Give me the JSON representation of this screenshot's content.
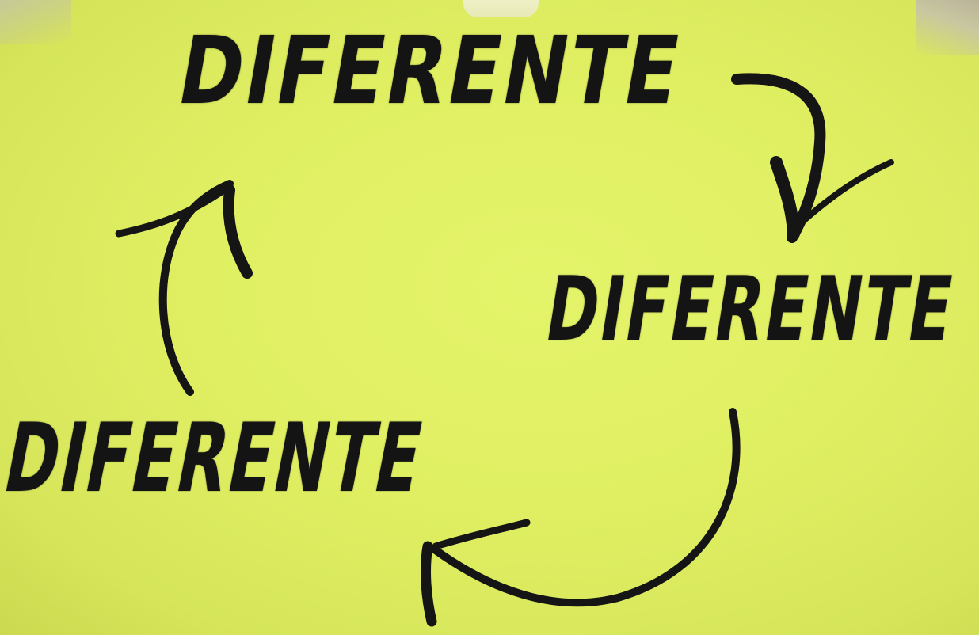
{
  "note": {
    "paper_color": "#e2f064",
    "ink_color": "#141414",
    "words": [
      "DIFERENTE",
      "DIFERENTE",
      "DIFERENTE"
    ],
    "arrows": [
      "arrow-icon",
      "arrow-icon",
      "arrow-icon"
    ]
  }
}
